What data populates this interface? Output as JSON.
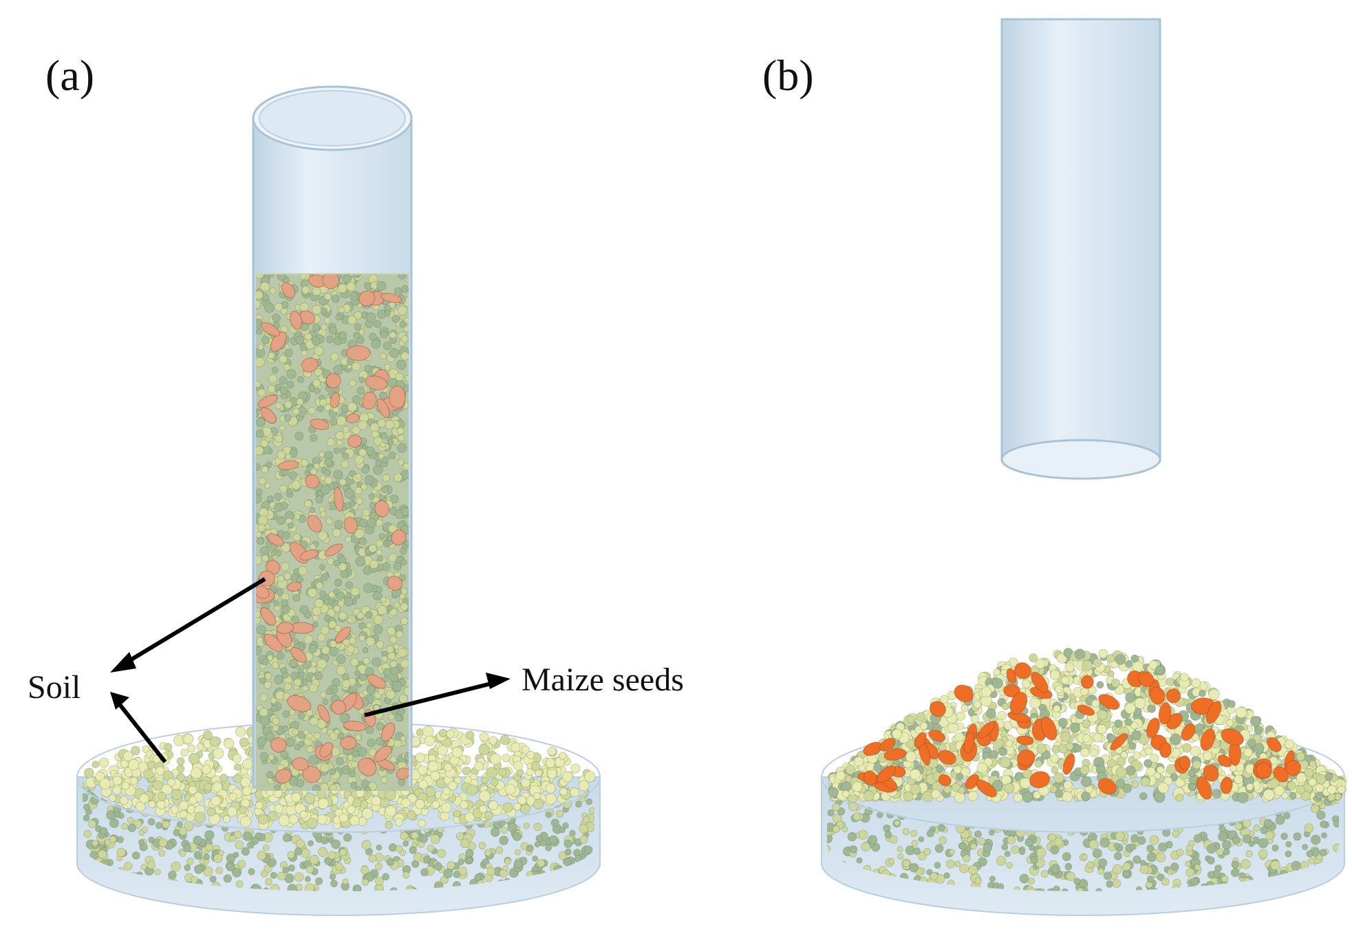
{
  "panels": [
    {
      "label": "(a)"
    },
    {
      "label": "(b)"
    }
  ],
  "annotations": {
    "soil": "Soil",
    "seeds": "Maize seeds"
  },
  "colors": {
    "background": "#ffffff",
    "soil_particle_light": "#e8ecb2",
    "soil_particle_mid": "#cdd79a",
    "soil_particle_green": "#9fb793",
    "seed_pale": "#e2a283",
    "seed_bright": "#ef6e24",
    "cylinder_fill": "#d7e6f2",
    "cylinder_edge": "#a9c3d6",
    "tray_fill": "#d5e3ee",
    "arrow": "#000000"
  },
  "icons": {
    "arrow": "arrow-right-icon"
  }
}
